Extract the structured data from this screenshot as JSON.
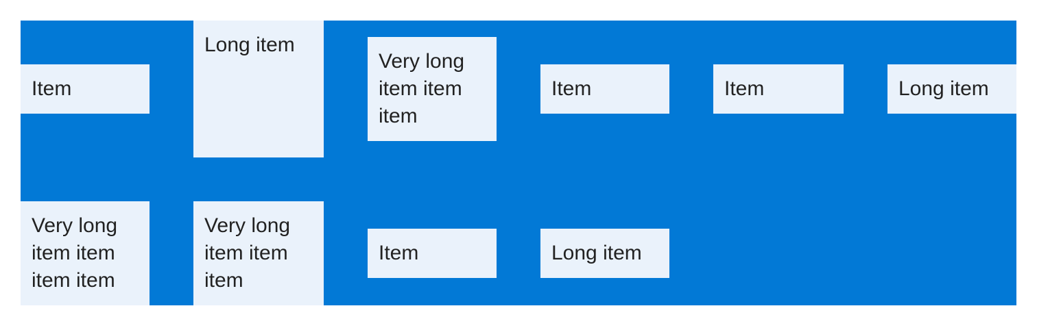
{
  "container": {
    "background": "#0279d6"
  },
  "item_background": "#eaf2fb",
  "items": [
    {
      "label": "Item"
    },
    {
      "label": "Long item"
    },
    {
      "label": "Very long item item item"
    },
    {
      "label": "Item"
    },
    {
      "label": "Item"
    },
    {
      "label": "Long item"
    },
    {
      "label": "Very long item item item item"
    },
    {
      "label": "Very long item item item"
    },
    {
      "label": "Item"
    },
    {
      "label": "Long item"
    }
  ]
}
